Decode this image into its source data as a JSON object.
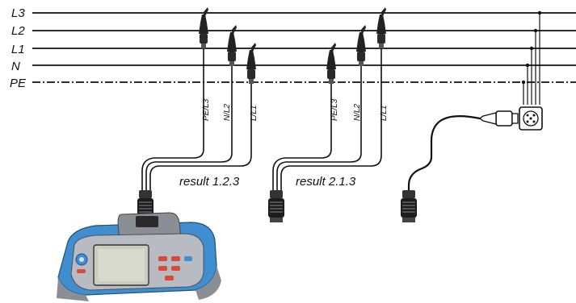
{
  "lines": [
    "L3",
    "L2",
    "L1",
    "N",
    "PE"
  ],
  "probe_group_1": {
    "labels": [
      "PE/L3",
      "N/L2",
      "L/L1"
    ],
    "result": "result 1.2.3"
  },
  "probe_group_2": {
    "labels": [
      "PE/L3",
      "N/L2",
      "L/L1"
    ],
    "result": "result 2.1.3"
  },
  "colors": {
    "instrument_body": "#3f8fd0",
    "instrument_grey": "#8a8f96",
    "screen": "#c9ccbf",
    "buttons": "#d84a3c",
    "wire": "#111111"
  },
  "icons": [
    "clip-icon",
    "connector-plug-icon",
    "schuko-plug-icon",
    "socket-outlet-icon",
    "installation-tester-icon"
  ]
}
